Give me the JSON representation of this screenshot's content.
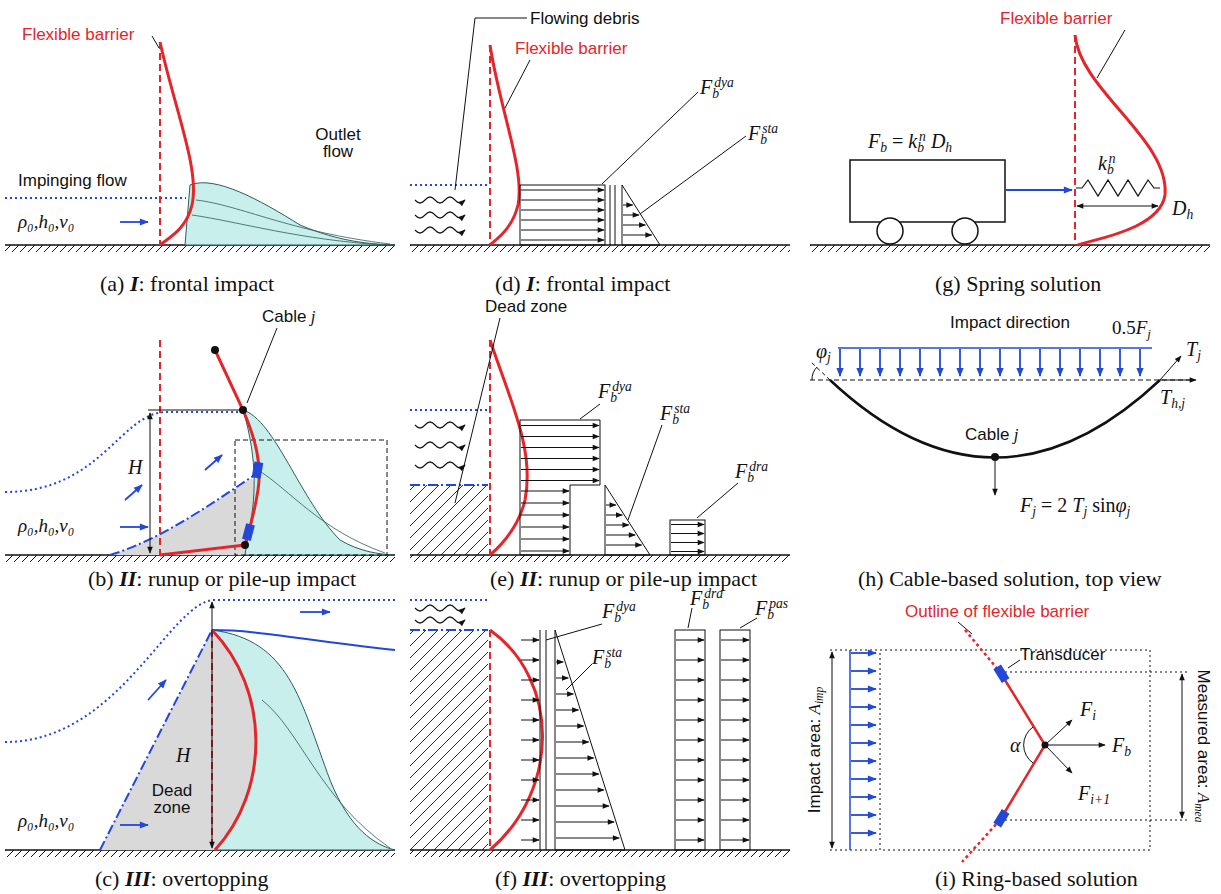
{
  "diagram": {
    "labels": [
      "Flexible barrier",
      "Impinging flow",
      "Outlet flow",
      "ρ₀,h₀,v₀",
      "(a)",
      "I",
      ": frontal impact",
      "Flowing debris",
      "Flexible barrier",
      "F",
      "b",
      "dya",
      "F",
      "b",
      "sta",
      "(d)",
      "I",
      ": frontal impact",
      "Flexible barrier",
      "F",
      "b",
      "=",
      "k",
      "b",
      "n",
      "D",
      "h",
      "k",
      "b",
      "n",
      "D",
      "h",
      "(g)",
      "Spring solution",
      "Cable",
      "j",
      "H",
      "ρ₀,h₀,v₀",
      "(b)",
      "II",
      ": runup or pile-up impact",
      "Dead zone",
      "F",
      "b",
      "dya",
      "F",
      "b",
      "sta",
      "F",
      "b",
      "dra",
      "(e)",
      "II",
      ": runup or pile-up impact",
      "Impact direction",
      "0.5",
      "F",
      "j",
      "T",
      "j",
      "φ",
      "j",
      "T",
      "h,j",
      "Cable",
      "j",
      "F",
      "j",
      "= 2",
      "T",
      "j",
      "sin",
      "φ",
      "j",
      "(h)",
      "Cable-based solution, top view",
      "H",
      "Dead zone",
      "ρ₀,h₀,v₀",
      "(c)",
      "III",
      ": overtopping",
      "F",
      "b",
      "dya",
      "F",
      "b",
      "sta",
      "F",
      "b",
      "dra",
      "F",
      "b",
      "pas",
      "(f)",
      "III",
      ": overtopping",
      "Outline of flexible barrier",
      "Transducer",
      "Impact area:",
      "A",
      "imp",
      "Measured area:",
      "A",
      "mea",
      "α",
      "F",
      "i",
      "F",
      "b",
      "F",
      "i+1",
      "(i)",
      "Ring-based solution"
    ]
  }
}
